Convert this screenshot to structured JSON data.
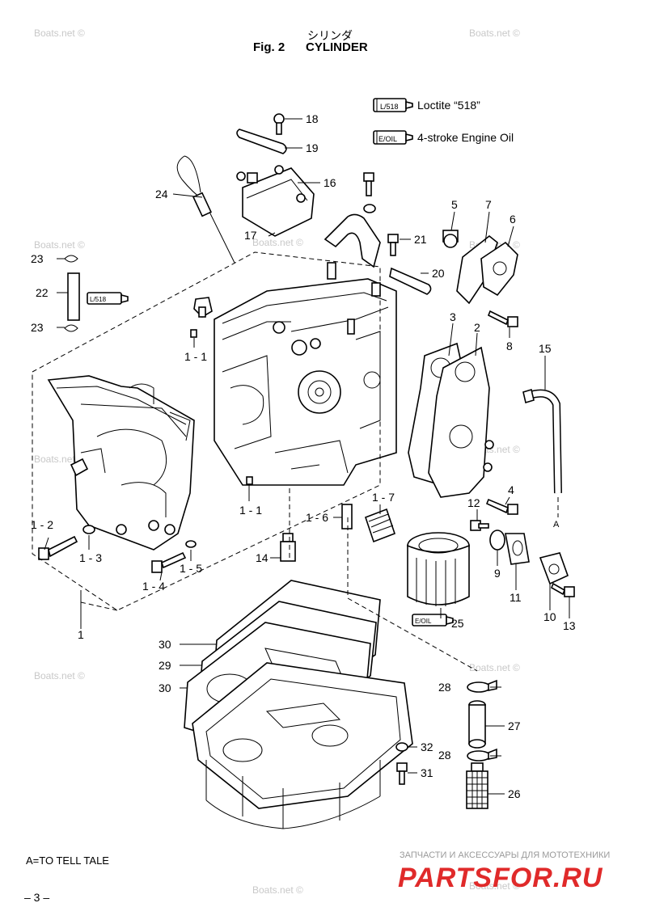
{
  "header": {
    "title_jp": "シリンダ",
    "fig_label": "Fig. 2",
    "title_en": "CYLINDER"
  },
  "legend": [
    {
      "icon": "tube-icon",
      "tag": "L/518",
      "text": "Loctite “518”"
    },
    {
      "icon": "oil-can-icon",
      "tag": "E/OIL",
      "text": "4-stroke Engine Oil"
    }
  ],
  "callouts": [
    "1",
    "1 - 1",
    "1 - 1",
    "1 - 2",
    "1 - 3",
    "1 - 4",
    "1 - 5",
    "1 - 6",
    "1 - 7",
    "2",
    "3",
    "4",
    "5",
    "6",
    "7",
    "8",
    "9",
    "10",
    "11",
    "12",
    "13",
    "14",
    "15",
    "16",
    "17",
    "18",
    "19",
    "20",
    "21",
    "22",
    "23",
    "23",
    "24",
    "25",
    "26",
    "27",
    "28",
    "28",
    "29",
    "30",
    "30",
    "31",
    "32",
    "A"
  ],
  "inline_tags": [
    "L/518",
    "E/OIL"
  ],
  "footnote": "A=TO TELL TALE",
  "page_number": "– 3 –",
  "brand": {
    "tagline": "ЗАПЧАСТИ И АКСЕССУАРЫ ДЛЯ МОТОТЕХНИКИ",
    "logo_text": "PARTSFOR.RU",
    "color": "#e02a2a"
  },
  "watermark": "Boats.net ©"
}
